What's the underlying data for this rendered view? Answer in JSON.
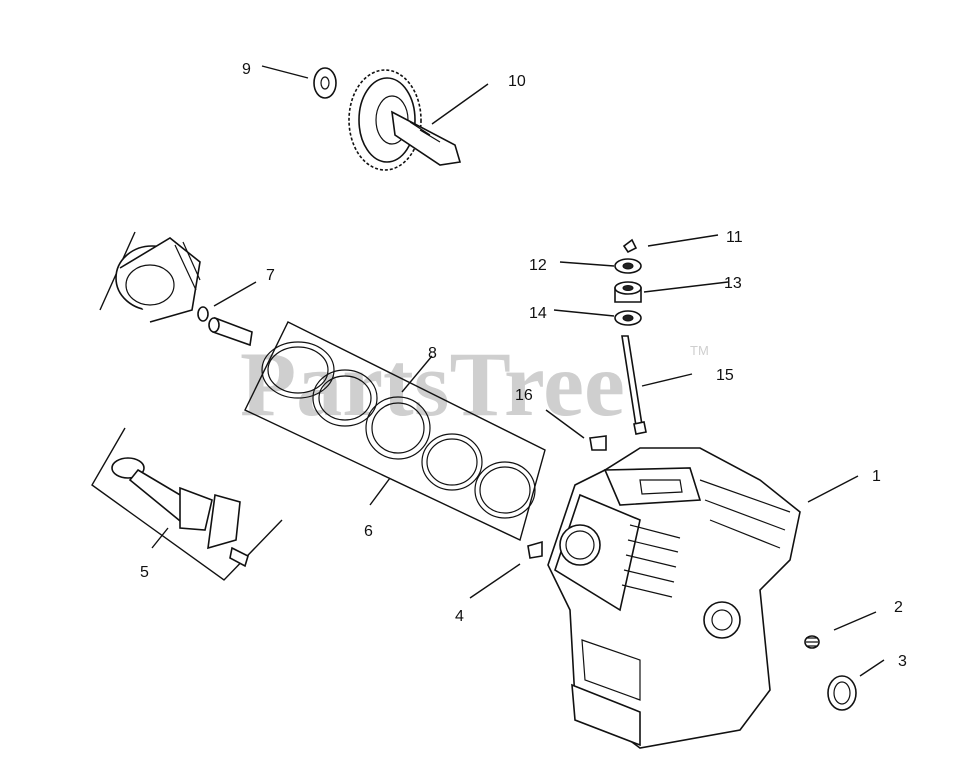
{
  "watermark": {
    "text": "PartsTree",
    "trademark": "TM"
  },
  "callouts": [
    "1",
    "2",
    "3",
    "4",
    "5",
    "6",
    "7",
    "8",
    "9",
    "10",
    "11",
    "12",
    "13",
    "14",
    "15",
    "16"
  ],
  "colors": {
    "line": "#111111",
    "watermark": "#cfcfcf",
    "background": "#ffffff"
  }
}
